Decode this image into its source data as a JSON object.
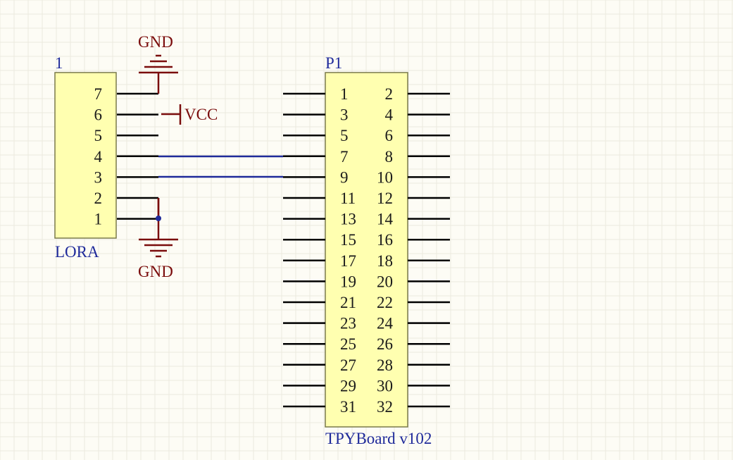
{
  "colors": {
    "background": "#fdfcf5",
    "grid": "#ebeadf",
    "component_fill": "#ffffb0",
    "component_border": "#7a7a4a",
    "pin": "#000000",
    "wire": "#1f2a9a",
    "power": "#7a0c0c",
    "designator": "#1f2a9a"
  },
  "lora": {
    "designator": "1",
    "comment": "LORA",
    "pins": [
      "7",
      "6",
      "5",
      "4",
      "3",
      "2",
      "1"
    ]
  },
  "header": {
    "designator": "P1",
    "comment": "TPYBoard v102",
    "left_pins": [
      "1",
      "3",
      "5",
      "7",
      "9",
      "11",
      "13",
      "15",
      "17",
      "19",
      "21",
      "23",
      "25",
      "27",
      "29",
      "31"
    ],
    "right_pins": [
      "2",
      "4",
      "6",
      "8",
      "10",
      "12",
      "14",
      "16",
      "18",
      "20",
      "22",
      "24",
      "26",
      "28",
      "30",
      "32"
    ]
  },
  "power": {
    "gnd_top": "GND",
    "vcc": "VCC",
    "gnd_bottom": "GND"
  }
}
